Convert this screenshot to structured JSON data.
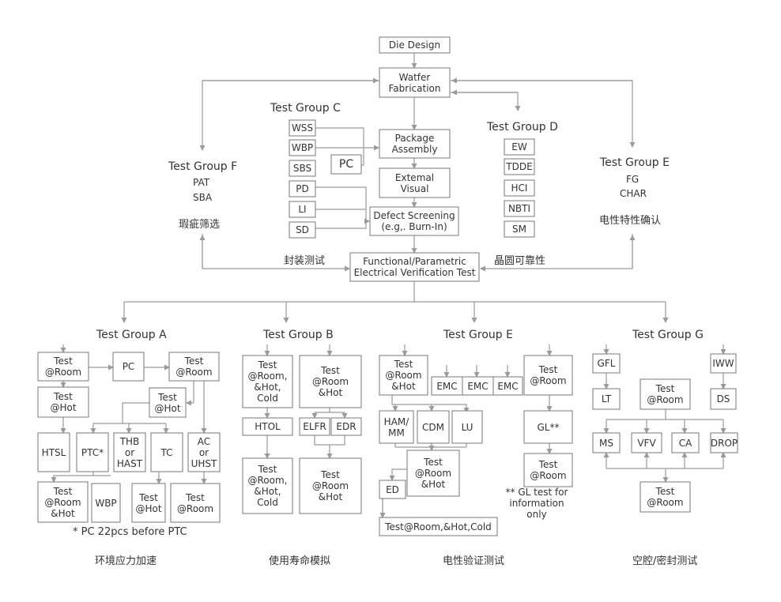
{
  "nodes": {
    "die_design": "Die Design",
    "wafer_fab": "Watfer\nFabrication",
    "package_assembly": "Package\nAssembly",
    "external_visual": "Extemal\nVisual",
    "defect_screening": "Defect Screening\n(e.g,. Burn-In)",
    "functional_test": "Functional/Parametric\nElectrical Verification Test",
    "pc_c": "PC"
  },
  "group_c": {
    "title": "Test Group C",
    "items": [
      "WSS",
      "WBP",
      "SBS",
      "PD",
      "LI",
      "SD"
    ]
  },
  "group_d": {
    "title": "Test Group D",
    "items": [
      "EW",
      "TDDE",
      "HCI",
      "NBTI",
      "SM"
    ]
  },
  "group_f": {
    "title": "Test Group F",
    "items": [
      "PAT",
      "SBA"
    ],
    "cn": "瑕疵筛选"
  },
  "group_e_top": {
    "title": "Test Group E",
    "items": [
      "FG",
      "CHAR"
    ],
    "cn": "电性特性确认"
  },
  "side_labels": {
    "left": "封装测试",
    "right": "晶圆可靠性"
  },
  "group_a": {
    "title": "Test Group A",
    "test_room": "Test\n@Room",
    "pc": "PC",
    "test_room2": "Test\n@Room",
    "test_hot": "Test\n@Hot",
    "test_hot2": "Test\n@Hot",
    "htsl": "HTSL",
    "ptc": "PTC*",
    "thb": "THB\nor\nHAST",
    "tc": "TC",
    "ac": "AC\nor\nUHST",
    "room_hot": "Test\n@Room\n&Hot",
    "wbp": "WBP",
    "test_hot3": "Test\n@Hot",
    "test_room3": "Test\n@Room",
    "note": "*  PC 22pcs before PTC",
    "cn": "环境应力加速"
  },
  "group_b": {
    "title": "Test Group B",
    "test_rhc": "Test\n@Room,\n&Hot,\nCold",
    "test_rh": "Test\n@Room\n&Hot",
    "htol": "HTOL",
    "elfr": "ELFR",
    "edr": "EDR",
    "test_rhc2": "Test\n@Room,\n&Hot,\nCold",
    "test_rh2": "Test\n@Room\n&Hot",
    "cn": "使用寿命模拟"
  },
  "group_e": {
    "title": "Test Group E",
    "test_rh": "Test\n@Room\n&Hot",
    "emc": "EMC",
    "test_room": "Test\n@Room",
    "ham": "HAM/\nMM",
    "cdm": "CDM",
    "lu": "LU",
    "gl": "GL**",
    "test_rh2": "Test\n@Room\n&Hot",
    "test_room2": "Test\n@Room",
    "ed": "ED",
    "final": "Test@Room,&Hot,Cold",
    "note": "** GL test for\ninformation only",
    "cn": "电性验证测试"
  },
  "group_g": {
    "title": "Test Group G",
    "gfl": "GFL",
    "iww": "IWW",
    "lt": "LT",
    "test_room": "Test\n@Room",
    "ds": "DS",
    "ms": "MS",
    "vfv": "VFV",
    "ca": "CA",
    "drop": "DROP",
    "test_room2": "Test\n@Room",
    "cn": "空腔/密封测试"
  }
}
